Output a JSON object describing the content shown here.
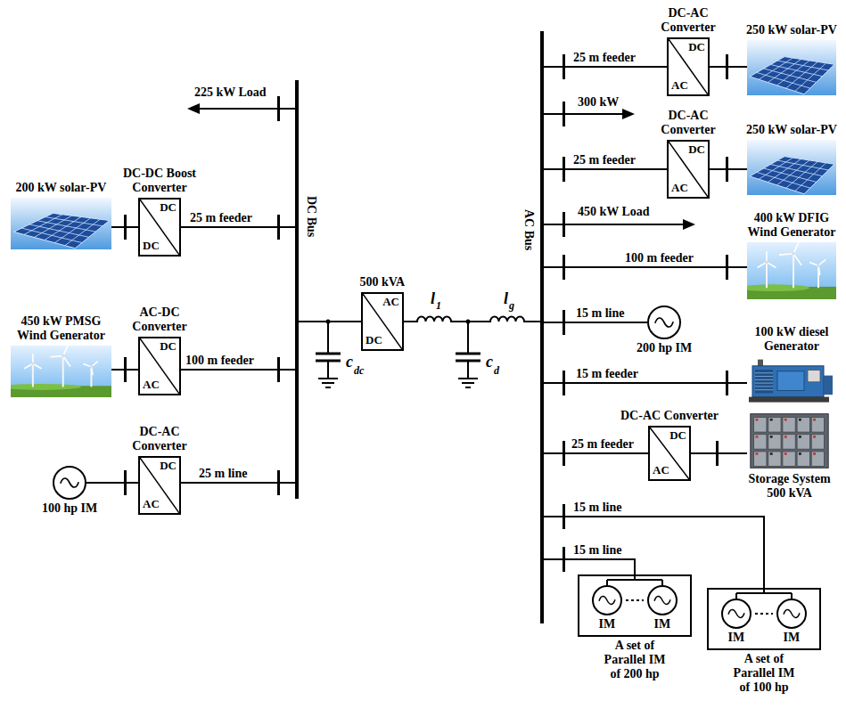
{
  "diagram": {
    "nodes": [
      {
        "text": [
          "200 kW solar-PV"
        ]
      },
      {
        "text": [
          "DC-DC Boost Converter",
          "DC",
          "DC"
        ]
      },
      {
        "text": [
          "450 kW PMSG Wind Generator"
        ]
      },
      {
        "text": [
          "AC-DC Converter",
          "DC",
          "AC"
        ]
      },
      {
        "text": [
          "100 hp IM"
        ]
      },
      {
        "text": [
          "DC-AC Converter",
          "DC",
          "AC"
        ]
      },
      {
        "text": [
          "DC Bus"
        ]
      },
      {
        "text": [
          "500 kVA",
          "AC",
          "DC"
        ]
      },
      {
        "text": [
          "AC Bus"
        ]
      },
      {
        "text": [
          "DC-AC Converter",
          "DC",
          "AC"
        ]
      },
      {
        "text": [
          "250 kW solar-PV"
        ]
      },
      {
        "text": [
          "DC-AC Converter",
          "DC",
          "AC"
        ]
      },
      {
        "text": [
          "250 kW solar-PV"
        ]
      },
      {
        "text": [
          "400 kW DFIG Wind Generator"
        ]
      },
      {
        "text": [
          "200 hp IM"
        ]
      },
      {
        "text": [
          "100 kW diesel Generator"
        ]
      },
      {
        "text": [
          "DC-AC Converter",
          "DC",
          "AC"
        ]
      },
      {
        "text": [
          "Storage System 500 kVA"
        ]
      },
      {
        "text": [
          "A set of Parallel IM of 200 hp"
        ]
      },
      {
        "text": [
          "IM"
        ],
        "in": 18
      },
      {
        "text": [
          "IM"
        ],
        "in": 18
      },
      {
        "text": [
          "A set of Parallel IM of 100 hp"
        ]
      },
      {
        "text": [
          "IM"
        ],
        "in": 21
      },
      {
        "text": [
          "IM"
        ],
        "in": 21
      }
    ],
    "edges": [
      {
        "from": 0,
        "to": 1,
        "arrow": "none"
      },
      {
        "from": 1,
        "to": 6,
        "label": "25 m feeder",
        "arrow": "none"
      },
      {
        "from": 2,
        "to": 3,
        "arrow": "none"
      },
      {
        "from": 3,
        "to": 6,
        "label": "100 m feeder",
        "arrow": "none"
      },
      {
        "from": 4,
        "to": 5,
        "arrow": "none"
      },
      {
        "from": 5,
        "to": 6,
        "label": "25 m line",
        "arrow": "none"
      },
      {
        "from": 6,
        "to": 7,
        "arrow": "none"
      },
      {
        "from": 7,
        "to": 8,
        "arrow": "none"
      },
      {
        "from": 8,
        "to": 9,
        "label": "25 m feeder",
        "arrow": "none"
      },
      {
        "from": 9,
        "to": 10,
        "arrow": "none"
      },
      {
        "from": 8,
        "to": 11,
        "label": "25 m feeder",
        "arrow": "none"
      },
      {
        "from": 11,
        "to": 12,
        "arrow": "none"
      },
      {
        "from": 8,
        "to": 13,
        "label": "100 m feeder",
        "arrow": "none"
      },
      {
        "from": 8,
        "to": 14,
        "label": "15 m line",
        "arrow": "none"
      },
      {
        "from": 8,
        "to": 15,
        "label": "15 m feeder",
        "arrow": "none"
      },
      {
        "from": 8,
        "to": 16,
        "label": "25 m feeder",
        "arrow": "none"
      },
      {
        "from": 16,
        "to": 17,
        "arrow": "none"
      },
      {
        "from": 8,
        "to": 21,
        "label": "15 m line",
        "arrow": "none"
      },
      {
        "from": 8,
        "to": 18,
        "label": "15 m line",
        "arrow": "none"
      }
    ],
    "labels": [
      "225 kW Load",
      "300 kW",
      "450 kW Load",
      "c",
      "dc",
      "l",
      "1",
      "l",
      "g",
      "c",
      "d"
    ]
  }
}
